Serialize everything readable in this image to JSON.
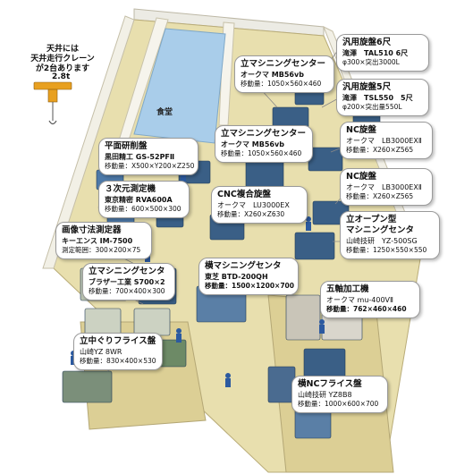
{
  "notes": {
    "crane_line1": "天井には",
    "crane_line2": "天井走行クレーン",
    "crane_line3": "が2台あります",
    "crane_ton": "2.8t",
    "cafeteria": "食堂"
  },
  "machines": [
    {
      "id": "lathe6",
      "title": "汎用旋盤6尺",
      "line1": "滝澤　TAL510 6尺",
      "line2": "φ300×突出3000L"
    },
    {
      "id": "lathe5",
      "title": "汎用旋盤5尺",
      "line1": "滝澤　TSL550　5尺",
      "line2": "φ200×突出量550L"
    },
    {
      "id": "vmc1",
      "title": "立マシニングセンター",
      "line1": "オークマ MB56vb",
      "line2": "移動量：1050×560×460"
    },
    {
      "id": "vmc2",
      "title": "立マシニングセンター",
      "line1": "オークマ MB56vb",
      "line2": "移動量：1050×560×460"
    },
    {
      "id": "nclathe1",
      "title": "NC旋盤",
      "line1": "オークマ　LB3000EXⅡ",
      "line2": "移動量：X260×Z565"
    },
    {
      "id": "nclathe2",
      "title": "NC旋盤",
      "line1": "オークマ　LB3000EXⅡ",
      "line2": "移動量：X260×Z565"
    },
    {
      "id": "grinder",
      "title": "平面研削盤",
      "line1": "黒田精工 GS-52PFⅡ",
      "line2": "移動量：X500×Y200×Z250"
    },
    {
      "id": "cmm",
      "title": "３次元測定機",
      "line1": "東京精密 RVA600A",
      "line2": "移動量：600×500×300"
    },
    {
      "id": "cnccombo",
      "title": "CNC複合旋盤",
      "line1": "オークマ　LU3000EX",
      "line2": "移動量：X260×Z630"
    },
    {
      "id": "openvmc",
      "title": "立オープン型",
      "title2": "マシニングセンタ",
      "line1": "山崎技研　YZ-500SG",
      "line2": "移動量：1250×550×550"
    },
    {
      "id": "imgmeas",
      "title": "画像寸法測定器",
      "line1": "キーエンス IM-7500",
      "line2": "測定範囲：300×200×75"
    },
    {
      "id": "vmc3",
      "title": "立マシニングセンタ",
      "line1": "ブラザー工業 S700×2",
      "line2": "移動量：700×400×300"
    },
    {
      "id": "hmc",
      "title": "横マシニングセンタ",
      "line1": "東芝 BTD-200QH",
      "line2": "移動量：1500×1200×700"
    },
    {
      "id": "fiveaxis",
      "title": "五軸加工機",
      "line1": "オークマ mu-400VⅡ",
      "line2": "移動量：762×460×460"
    },
    {
      "id": "boring",
      "title": "立中ぐりフライス盤",
      "line1": "山崎YZ 8WR",
      "line2": "移動量：830×400×530"
    },
    {
      "id": "hncmill",
      "title": "横NCフライス盤",
      "line1": "山崎技研 YZ8B8",
      "line2": "移動量：1000×600×700"
    }
  ],
  "colors": {
    "floor": "#e8dfae",
    "wall": "#f4f2ea",
    "cafeteria": "#a9cdea",
    "machine": "#3a5f86",
    "worker": "#2c5aa0",
    "platform": "#d8c98a"
  }
}
